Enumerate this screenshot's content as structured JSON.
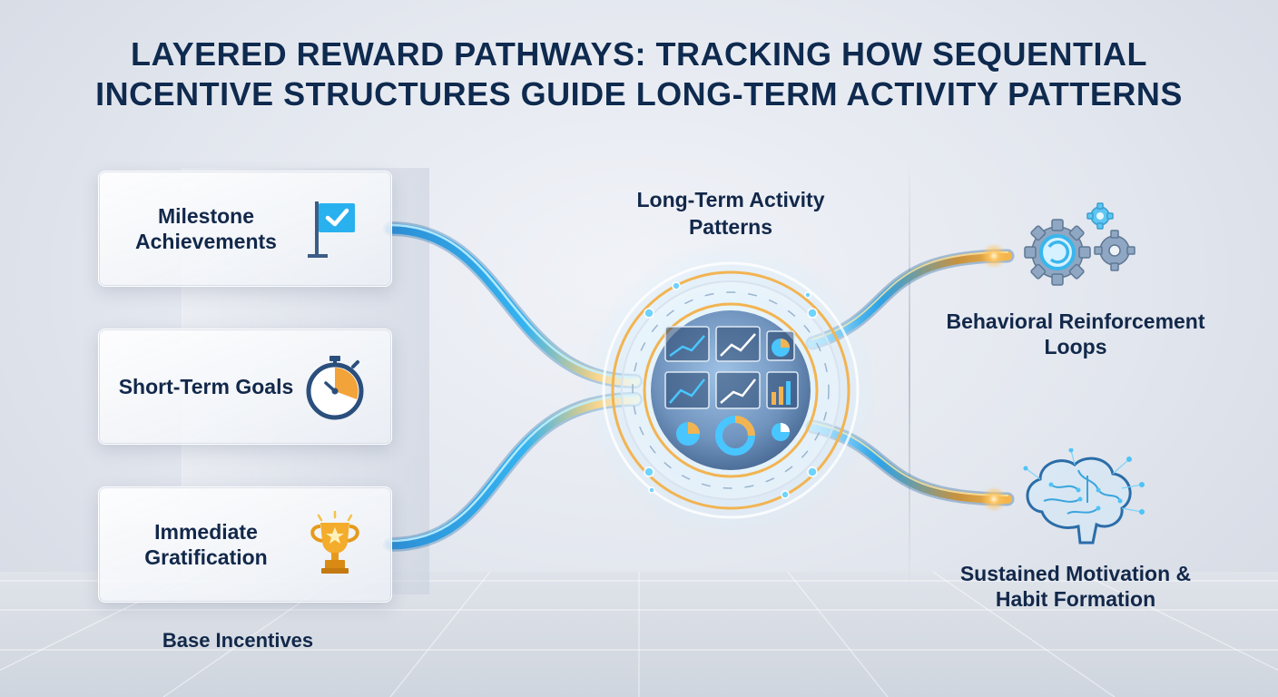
{
  "title": {
    "line1": "LAYERED REWARD PATHWAYS: TRACKING HOW SEQUENTIAL",
    "line2": "INCENTIVE STRUCTURES GUIDE LONG-TERM ACTIVITY PATTERNS"
  },
  "base": {
    "label": "Base Incentives",
    "cards": [
      {
        "label": "Milestone Achievements",
        "icon": "flag-check-icon"
      },
      {
        "label": "Short-Term Goals",
        "icon": "stopwatch-icon"
      },
      {
        "label": "Immediate Gratification",
        "icon": "trophy-icon"
      }
    ]
  },
  "hub": {
    "label": "Long-Term Activity Patterns",
    "icon": "analytics-dashboard-icon"
  },
  "outputs": [
    {
      "label": "Behavioral Reinforcement Loops",
      "icon": "gears-icon"
    },
    {
      "label": "Sustained Motivation & Habit Formation",
      "icon": "brain-network-icon"
    }
  ],
  "colors": {
    "title": "#0f2a4f",
    "pathway_blue": "#2fa8e8",
    "pathway_glow": "#7fd3ff",
    "pathway_gold": "#f2a93b",
    "hub_ring": "#f0b04a"
  }
}
